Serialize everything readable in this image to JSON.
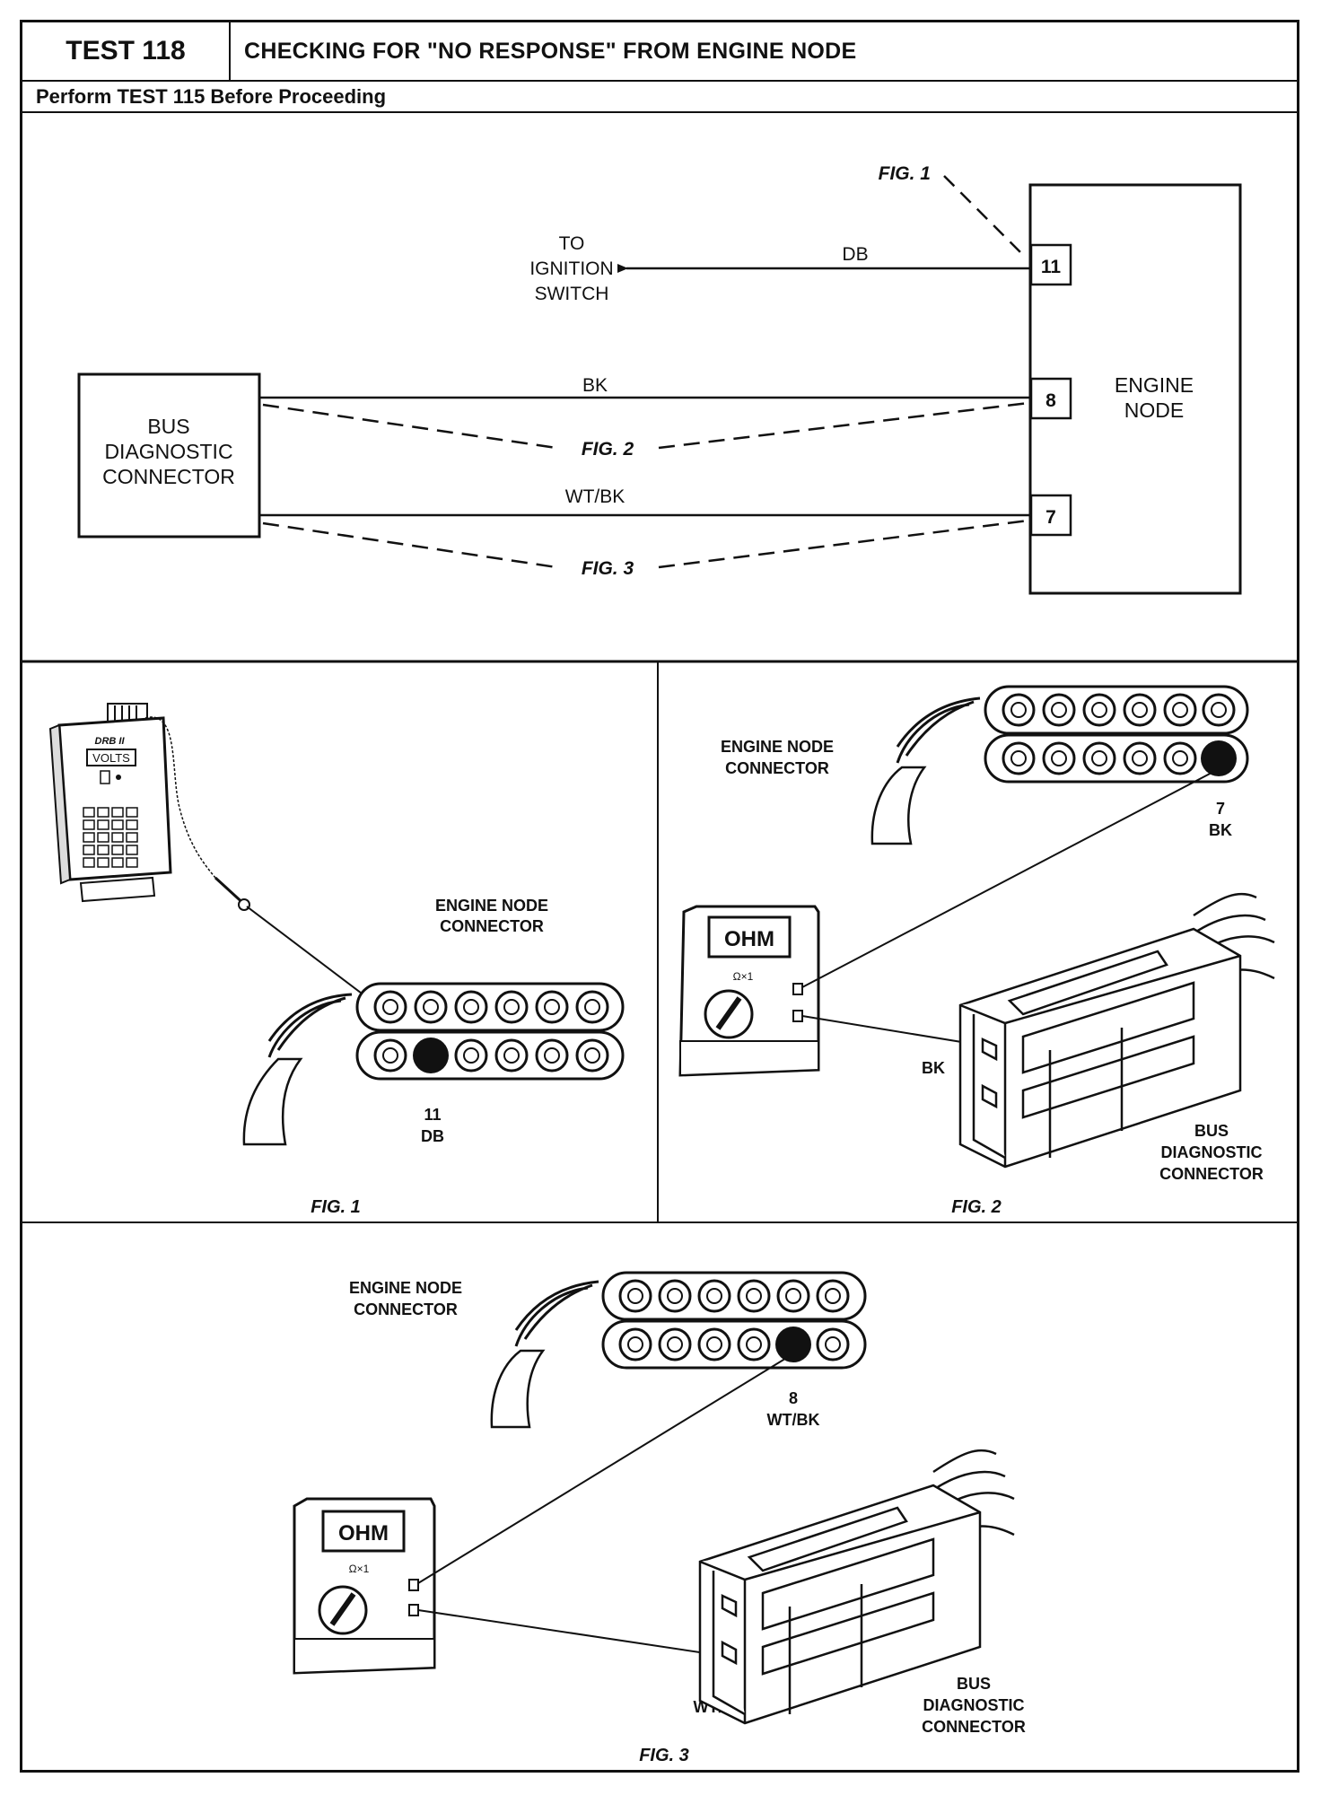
{
  "header": {
    "test_id": "TEST 118",
    "title": "CHECKING FOR \"NO RESPONSE\" FROM ENGINE NODE",
    "subtitle": "Perform TEST 115 Before Proceeding"
  },
  "schematic": {
    "fig1_ref": "FIG. 1",
    "fig2_ref": "FIG. 2",
    "fig3_ref": "FIG. 3",
    "to_ignition": [
      "TO",
      "IGNITION",
      "SWITCH"
    ],
    "wire_db": "DB",
    "wire_bk": "BK",
    "wire_wtbk": "WT/BK",
    "pin_11": "11",
    "pin_8": "8",
    "pin_7": "7",
    "engine_node": [
      "ENGINE",
      "NODE"
    ],
    "bus_connector": [
      "BUS",
      "DIAGNOSTIC",
      "CONNECTOR"
    ]
  },
  "fig1": {
    "tester_brand": "DRB II",
    "tester_display": "VOLTS",
    "connector_label": [
      "ENGINE NODE",
      "CONNECTOR"
    ],
    "pin_label": [
      "11",
      "DB"
    ],
    "caption": "FIG. 1"
  },
  "fig2": {
    "connector_label": [
      "ENGINE NODE",
      "CONNECTOR"
    ],
    "pin_label": [
      "7",
      "BK"
    ],
    "meter_display": "OHM",
    "meter_range": "Ω×1",
    "wire_label": "BK",
    "bus_label": [
      "BUS",
      "DIAGNOSTIC",
      "CONNECTOR"
    ],
    "caption": "FIG. 2"
  },
  "fig3": {
    "connector_label": [
      "ENGINE NODE",
      "CONNECTOR"
    ],
    "pin_label": [
      "8",
      "WT/BK"
    ],
    "meter_display": "OHM",
    "meter_range": "Ω×1",
    "wire_label": "WT/BK",
    "bus_label": [
      "BUS",
      "DIAGNOSTIC",
      "CONNECTOR"
    ],
    "caption": "FIG. 3"
  }
}
